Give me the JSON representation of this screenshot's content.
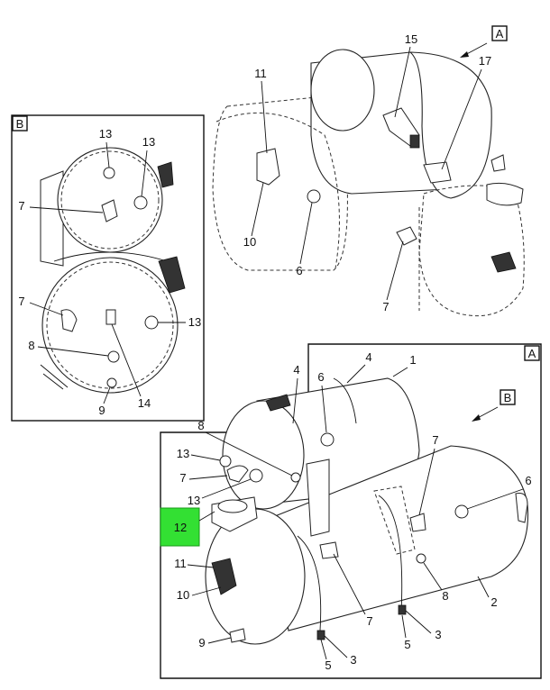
{
  "views": {
    "top": {
      "ref": "A"
    },
    "side": {
      "ref": "B"
    },
    "main": {
      "ref": "A",
      "section_ref": "B"
    }
  },
  "callouts_top": [
    "15",
    "17",
    "11",
    "10",
    "6",
    "7"
  ],
  "callouts_side": [
    "13",
    "13",
    "7",
    "7",
    "13",
    "8",
    "9",
    "14"
  ],
  "callouts_main": [
    "1",
    "4",
    "4",
    "6",
    "8",
    "13",
    "7",
    "13",
    "12",
    "11",
    "10",
    "9",
    "5",
    "3",
    "7",
    "5",
    "3",
    "8",
    "2",
    "6",
    "7"
  ],
  "highlight": {
    "label": "12",
    "color": "#33e033"
  }
}
